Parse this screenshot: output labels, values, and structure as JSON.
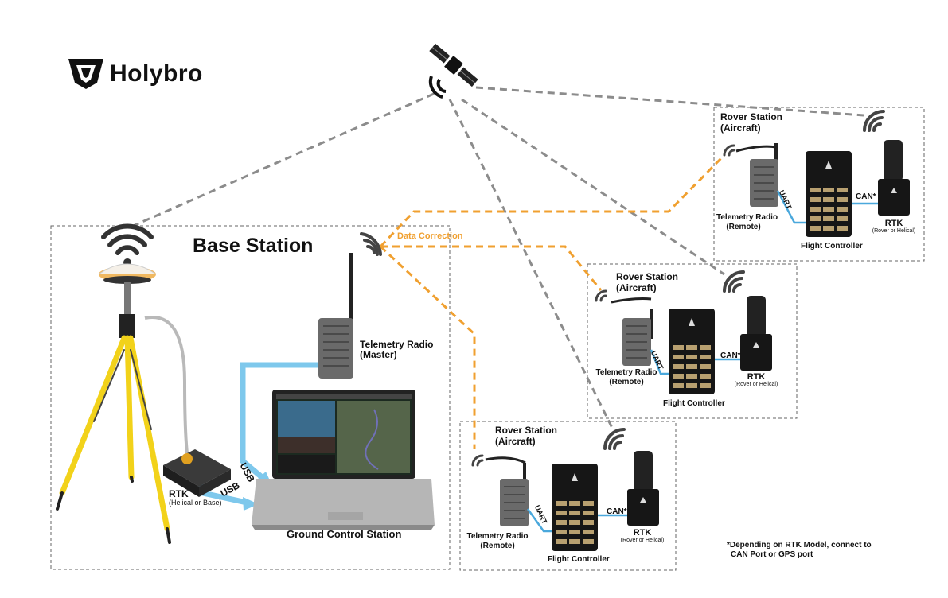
{
  "brand": {
    "name": "Holybro"
  },
  "base_station": {
    "title": "Base Station",
    "telemetry_radio": {
      "line1": "Telemetry Radio",
      "line2": "(Master)"
    },
    "rtk": {
      "label": "RTK",
      "sublabel": "(Helical or Base)"
    },
    "gcs": {
      "label": "Ground Control Station"
    },
    "usb_label_1": "USB",
    "usb_label_2": "USB"
  },
  "data_correction": "Data Correction",
  "rovers": [
    {
      "title_line1": "Rover Station",
      "title_line2": "(Aircraft)",
      "radio_line1": "Telemetry Radio",
      "radio_line2": "(Remote)",
      "uart": "UART",
      "can": "CAN*",
      "rtk": "RTK",
      "rtk_sub": "(Rover or Helical)",
      "fc": "Flight Controller"
    },
    {
      "title_line1": "Rover Station",
      "title_line2": "(Aircraft)",
      "radio_line1": "Telemetry Radio",
      "radio_line2": "(Remote)",
      "uart": "UART",
      "can": "CAN*",
      "rtk": "RTK",
      "rtk_sub": "(Rover or Helical)",
      "fc": "Flight Controller"
    },
    {
      "title_line1": "Rover Station",
      "title_line2": "(Aircraft)",
      "radio_line1": "Telemetry Radio",
      "radio_line2": "(Remote)",
      "uart": "UART",
      "can": "CAN*",
      "rtk": "RTK",
      "rtk_sub": "(Rover or Helical)",
      "fc": "Flight Controller"
    }
  ],
  "footnote": {
    "line1": "*Depending on RTK Model, connect to",
    "line2": "CAN Port or GPS port"
  },
  "colors": {
    "satellite_link": "#8c8c8c",
    "data_correction": "#f0a030",
    "usb_cable": "#7ec8ec",
    "uart_can": "#4aa8dc",
    "tripod_leg": "#f2d21a",
    "box_border": "#666666"
  },
  "icons": [
    "satellite-icon",
    "wifi-icon",
    "holybro-logo"
  ]
}
